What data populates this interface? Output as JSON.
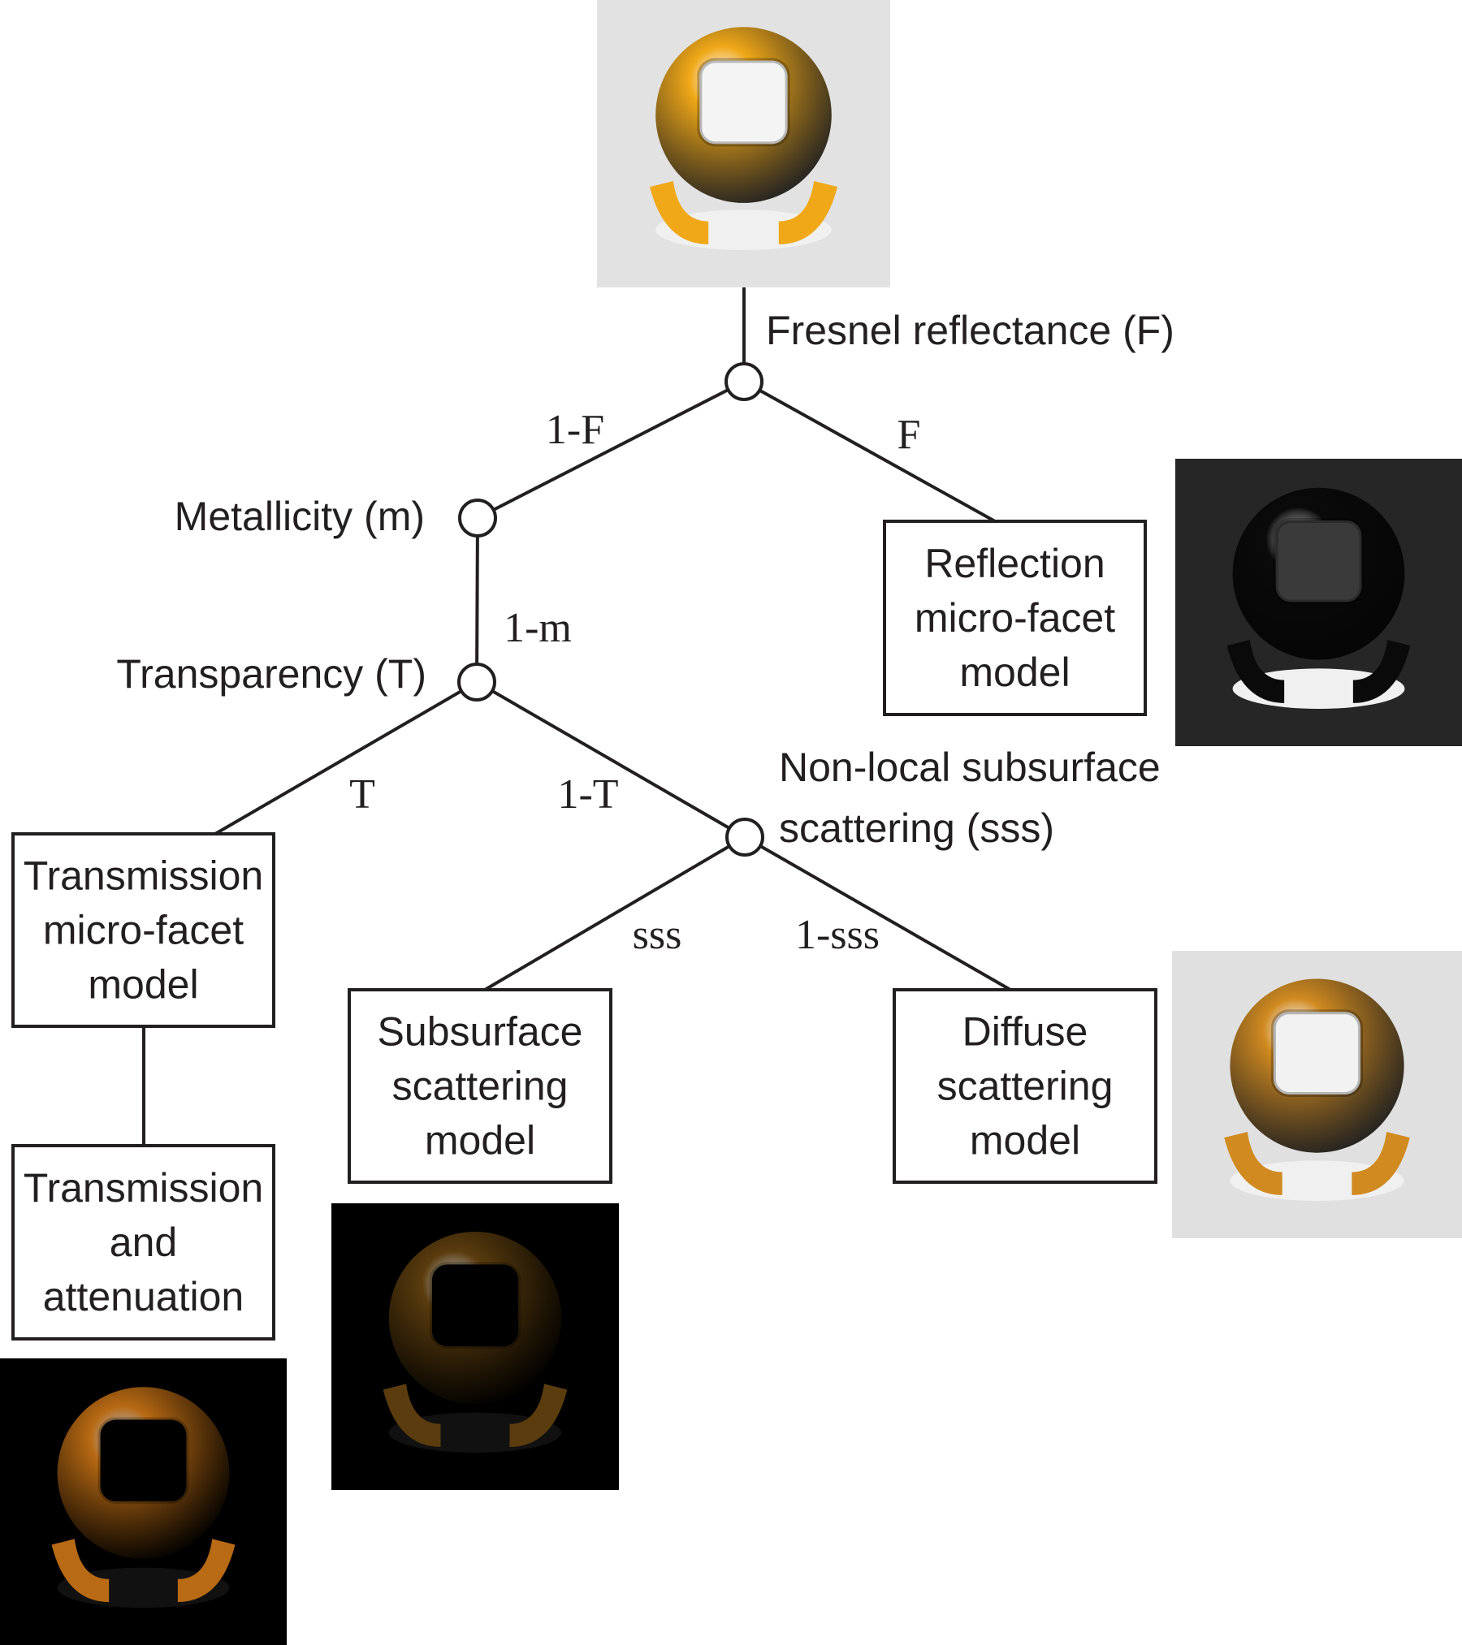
{
  "nodes": {
    "fresnel": "Fresnel reflectance (F)",
    "metallicity": "Metallicity (m)",
    "transparency": "Transparency (T)",
    "nonlocal_line1": "Non-local subsurface",
    "nonlocal_line2": "scattering (sss)"
  },
  "edges": {
    "one_minus_f": "1-F",
    "f": "F",
    "one_minus_m": "1-m",
    "t": "T",
    "one_minus_t": "1-T",
    "sss": "sss",
    "one_minus_sss": "1-sss"
  },
  "boxes": {
    "reflection": [
      "Reflection",
      "micro-facet",
      "model"
    ],
    "transmission": [
      "Transmission",
      "micro-facet",
      "model"
    ],
    "attenuation": [
      "Transmission",
      "and",
      "attenuation"
    ],
    "subsurface": [
      "Subsurface",
      "scattering",
      "model"
    ],
    "diffuse": [
      "Diffuse",
      "scattering",
      "model"
    ]
  },
  "renders": {
    "combined": {
      "background": "#e2e2e2",
      "material": "#f0a818",
      "hole": "#f4f4f4"
    },
    "reflection": {
      "background": "#262626",
      "material": "#0a0a0a",
      "hole": "#3a3a3a"
    },
    "diffuse": {
      "background": "#e0e0e0",
      "material": "#d08a20",
      "hole": "#f2f2f2"
    },
    "subsurface": {
      "background": "#000000",
      "material": "#5a3c0e",
      "hole": "#000000"
    },
    "transmission": {
      "background": "#000000",
      "material": "#b86a14",
      "hole": "#000000"
    }
  }
}
